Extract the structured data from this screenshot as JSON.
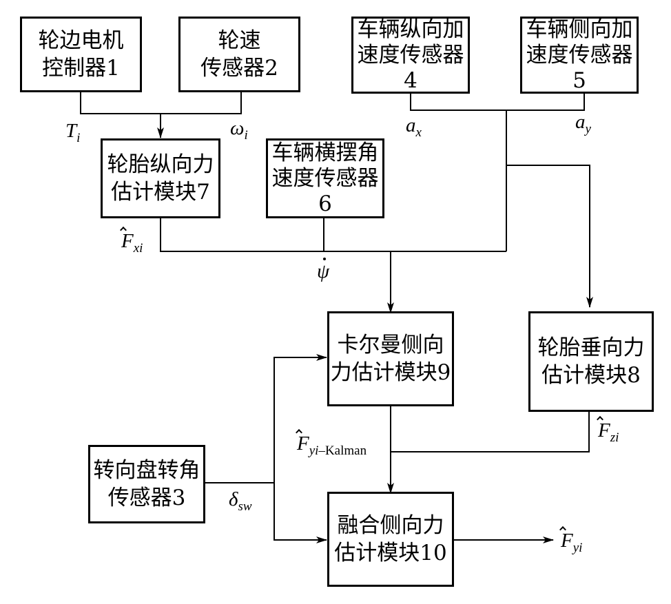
{
  "blocks": {
    "b1": "轮边电机\n控制器1",
    "b2": "轮速\n传感器2",
    "b4": "车辆纵向加\n速度传感器\n4",
    "b5": "车辆侧向加\n速度传感器\n5",
    "b7": "轮胎纵向力\n估计模块7",
    "b6": "车辆横摆角\n速度传感器\n6",
    "b9": "卡尔曼侧向\n力估计模块9",
    "b8": "轮胎垂向力\n估计模块8",
    "b3": "转向盘转角\n传感器3",
    "b10": "融合侧向力\n估计模块10"
  },
  "signals": {
    "T": "T",
    "T_sub": "i",
    "omega": "ω",
    "omega_sub": "i",
    "ax": "a",
    "ax_sub": "x",
    "ay": "a",
    "ay_sub": "y",
    "Fx": "F",
    "Fx_sub": "xi",
    "psi": "ψ",
    "Fyk": "F",
    "Fyk_sub": "yi",
    "Fyk_sub2": "–Kalman",
    "Fz": "F",
    "Fz_sub": "zi",
    "dsw": "δ",
    "dsw_sub": "sw",
    "Fy": "F",
    "Fy_sub": "yi"
  }
}
